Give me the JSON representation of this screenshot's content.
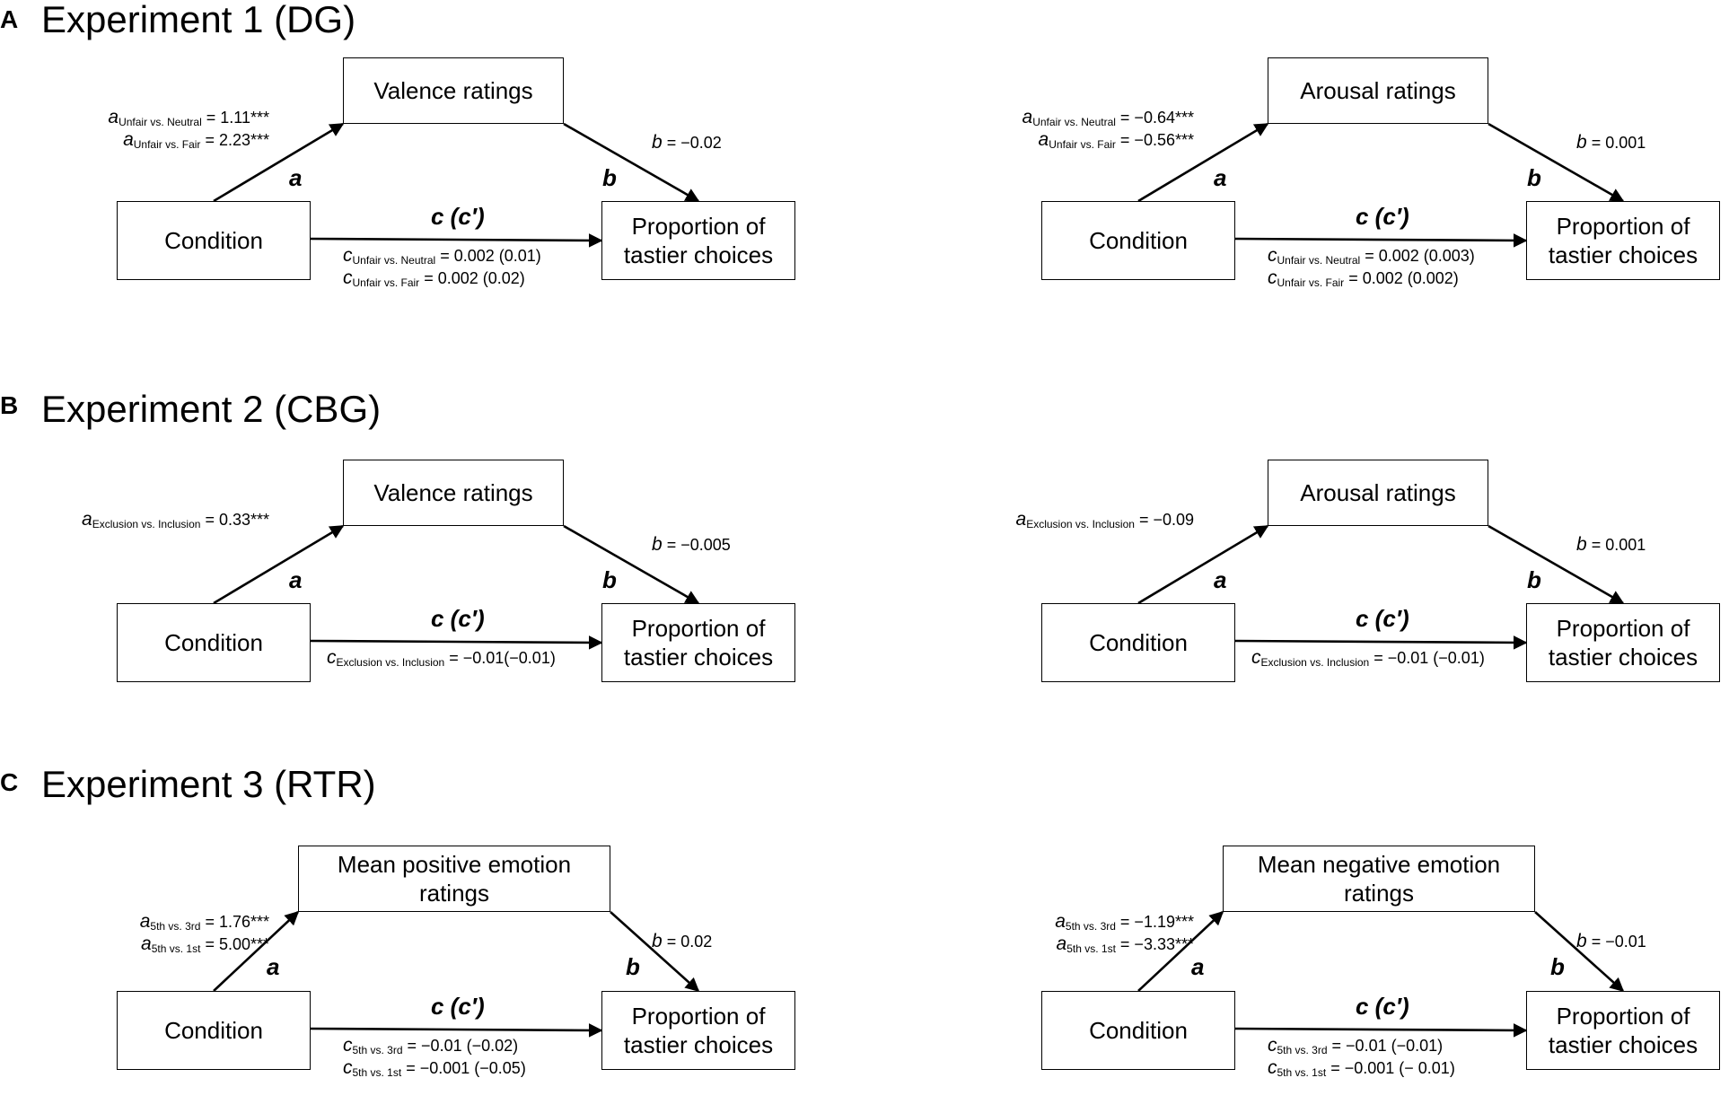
{
  "panels": [
    {
      "letter": "A",
      "title": "Experiment 1 (DG)",
      "diagrams": [
        {
          "mediator": [
            "Valence ratings"
          ],
          "predictor": "Condition",
          "outcome": [
            "Proportion of",
            "tastier choices"
          ],
          "path_a": "a",
          "path_b": "b",
          "path_c": "c (c′)",
          "a_coefs": [
            {
              "sym": "a",
              "sub": "Unfair vs. Neutral",
              "val": " = 1.11***"
            },
            {
              "sym": "a",
              "sub": "Unfair vs. Fair",
              "val": " = 2.23***"
            }
          ],
          "b_coef": {
            "sym": "b",
            "val": " = −0.02"
          },
          "c_coefs": [
            {
              "sym": "c",
              "sub": "Unfair vs. Neutral",
              "val": " = 0.002 (0.01)"
            },
            {
              "sym": "c",
              "sub": "Unfair vs. Fair",
              "val": " = 0.002 (0.02)"
            }
          ]
        },
        {
          "mediator": [
            "Arousal ratings"
          ],
          "predictor": "Condition",
          "outcome": [
            "Proportion of",
            "tastier choices"
          ],
          "path_a": "a",
          "path_b": "b",
          "path_c": "c (c′)",
          "a_coefs": [
            {
              "sym": "a",
              "sub": "Unfair vs. Neutral",
              "val": " = −0.64***"
            },
            {
              "sym": "a",
              "sub": "Unfair vs. Fair",
              "val": " = −0.56***"
            }
          ],
          "b_coef": {
            "sym": "b",
            "val": " = 0.001"
          },
          "c_coefs": [
            {
              "sym": "c",
              "sub": "Unfair vs. Neutral",
              "val": " = 0.002 (0.003)"
            },
            {
              "sym": "c",
              "sub": "Unfair vs. Fair",
              "val": " = 0.002 (0.002)"
            }
          ]
        }
      ]
    },
    {
      "letter": "B",
      "title": "Experiment 2 (CBG)",
      "diagrams": [
        {
          "mediator": [
            "Valence ratings"
          ],
          "predictor": "Condition",
          "outcome": [
            "Proportion of",
            "tastier choices"
          ],
          "path_a": "a",
          "path_b": "b",
          "path_c": "c (c′)",
          "a_coefs": [
            {
              "sym": "a",
              "sub": "Exclusion vs. Inclusion",
              "val": " = 0.33***"
            }
          ],
          "b_coef": {
            "sym": "b",
            "val": " = −0.005"
          },
          "c_coefs": [
            {
              "sym": "c",
              "sub": "Exclusion vs. Inclusion",
              "val": " = −0.01(−0.01)"
            }
          ]
        },
        {
          "mediator": [
            "Arousal ratings"
          ],
          "predictor": "Condition",
          "outcome": [
            "Proportion of",
            "tastier choices"
          ],
          "path_a": "a",
          "path_b": "b",
          "path_c": "c (c′)",
          "a_coefs": [
            {
              "sym": "a",
              "sub": "Exclusion vs. Inclusion",
              "val": " = −0.09"
            }
          ],
          "b_coef": {
            "sym": "b",
            "val": " = 0.001"
          },
          "c_coefs": [
            {
              "sym": "c",
              "sub": "Exclusion vs. Inclusion",
              "val": " = −0.01 (−0.01)"
            }
          ]
        }
      ]
    },
    {
      "letter": "C",
      "title": "Experiment 3 (RTR)",
      "diagrams": [
        {
          "mediator": [
            "Mean positive emotion",
            "ratings"
          ],
          "predictor": "Condition",
          "outcome": [
            "Proportion of",
            "tastier choices"
          ],
          "path_a": "a",
          "path_b": "b",
          "path_c": "c (c′)",
          "a_coefs": [
            {
              "sym": "a",
              "sub": "5th vs. 3rd",
              "val": " = 1.76***"
            },
            {
              "sym": "a",
              "sub": "5th vs. 1st",
              "val": " = 5.00***"
            }
          ],
          "b_coef": {
            "sym": "b",
            "val": " = 0.02"
          },
          "c_coefs": [
            {
              "sym": "c",
              "sub": "5th vs. 3rd",
              "val": " = −0.01 (−0.02)"
            },
            {
              "sym": "c",
              "sub": "5th vs. 1st",
              "val": " = −0.001 (−0.05)"
            }
          ]
        },
        {
          "mediator": [
            "Mean negative emotion",
            "ratings"
          ],
          "predictor": "Condition",
          "outcome": [
            "Proportion of",
            "tastier choices"
          ],
          "path_a": "a",
          "path_b": "b",
          "path_c": "c (c′)",
          "a_coefs": [
            {
              "sym": "a",
              "sub": "5th vs. 3rd",
              "val": " = −1.19***"
            },
            {
              "sym": "a",
              "sub": "5th vs. 1st",
              "val": " = −3.33***"
            }
          ],
          "b_coef": {
            "sym": "b",
            "val": " = −0.01"
          },
          "c_coefs": [
            {
              "sym": "c",
              "sub": "5th vs. 3rd",
              "val": " = −0.01 (−0.01)"
            },
            {
              "sym": "c",
              "sub": "5th vs. 1st",
              "val": " = −0.001 (− 0.01)"
            }
          ]
        }
      ]
    }
  ]
}
